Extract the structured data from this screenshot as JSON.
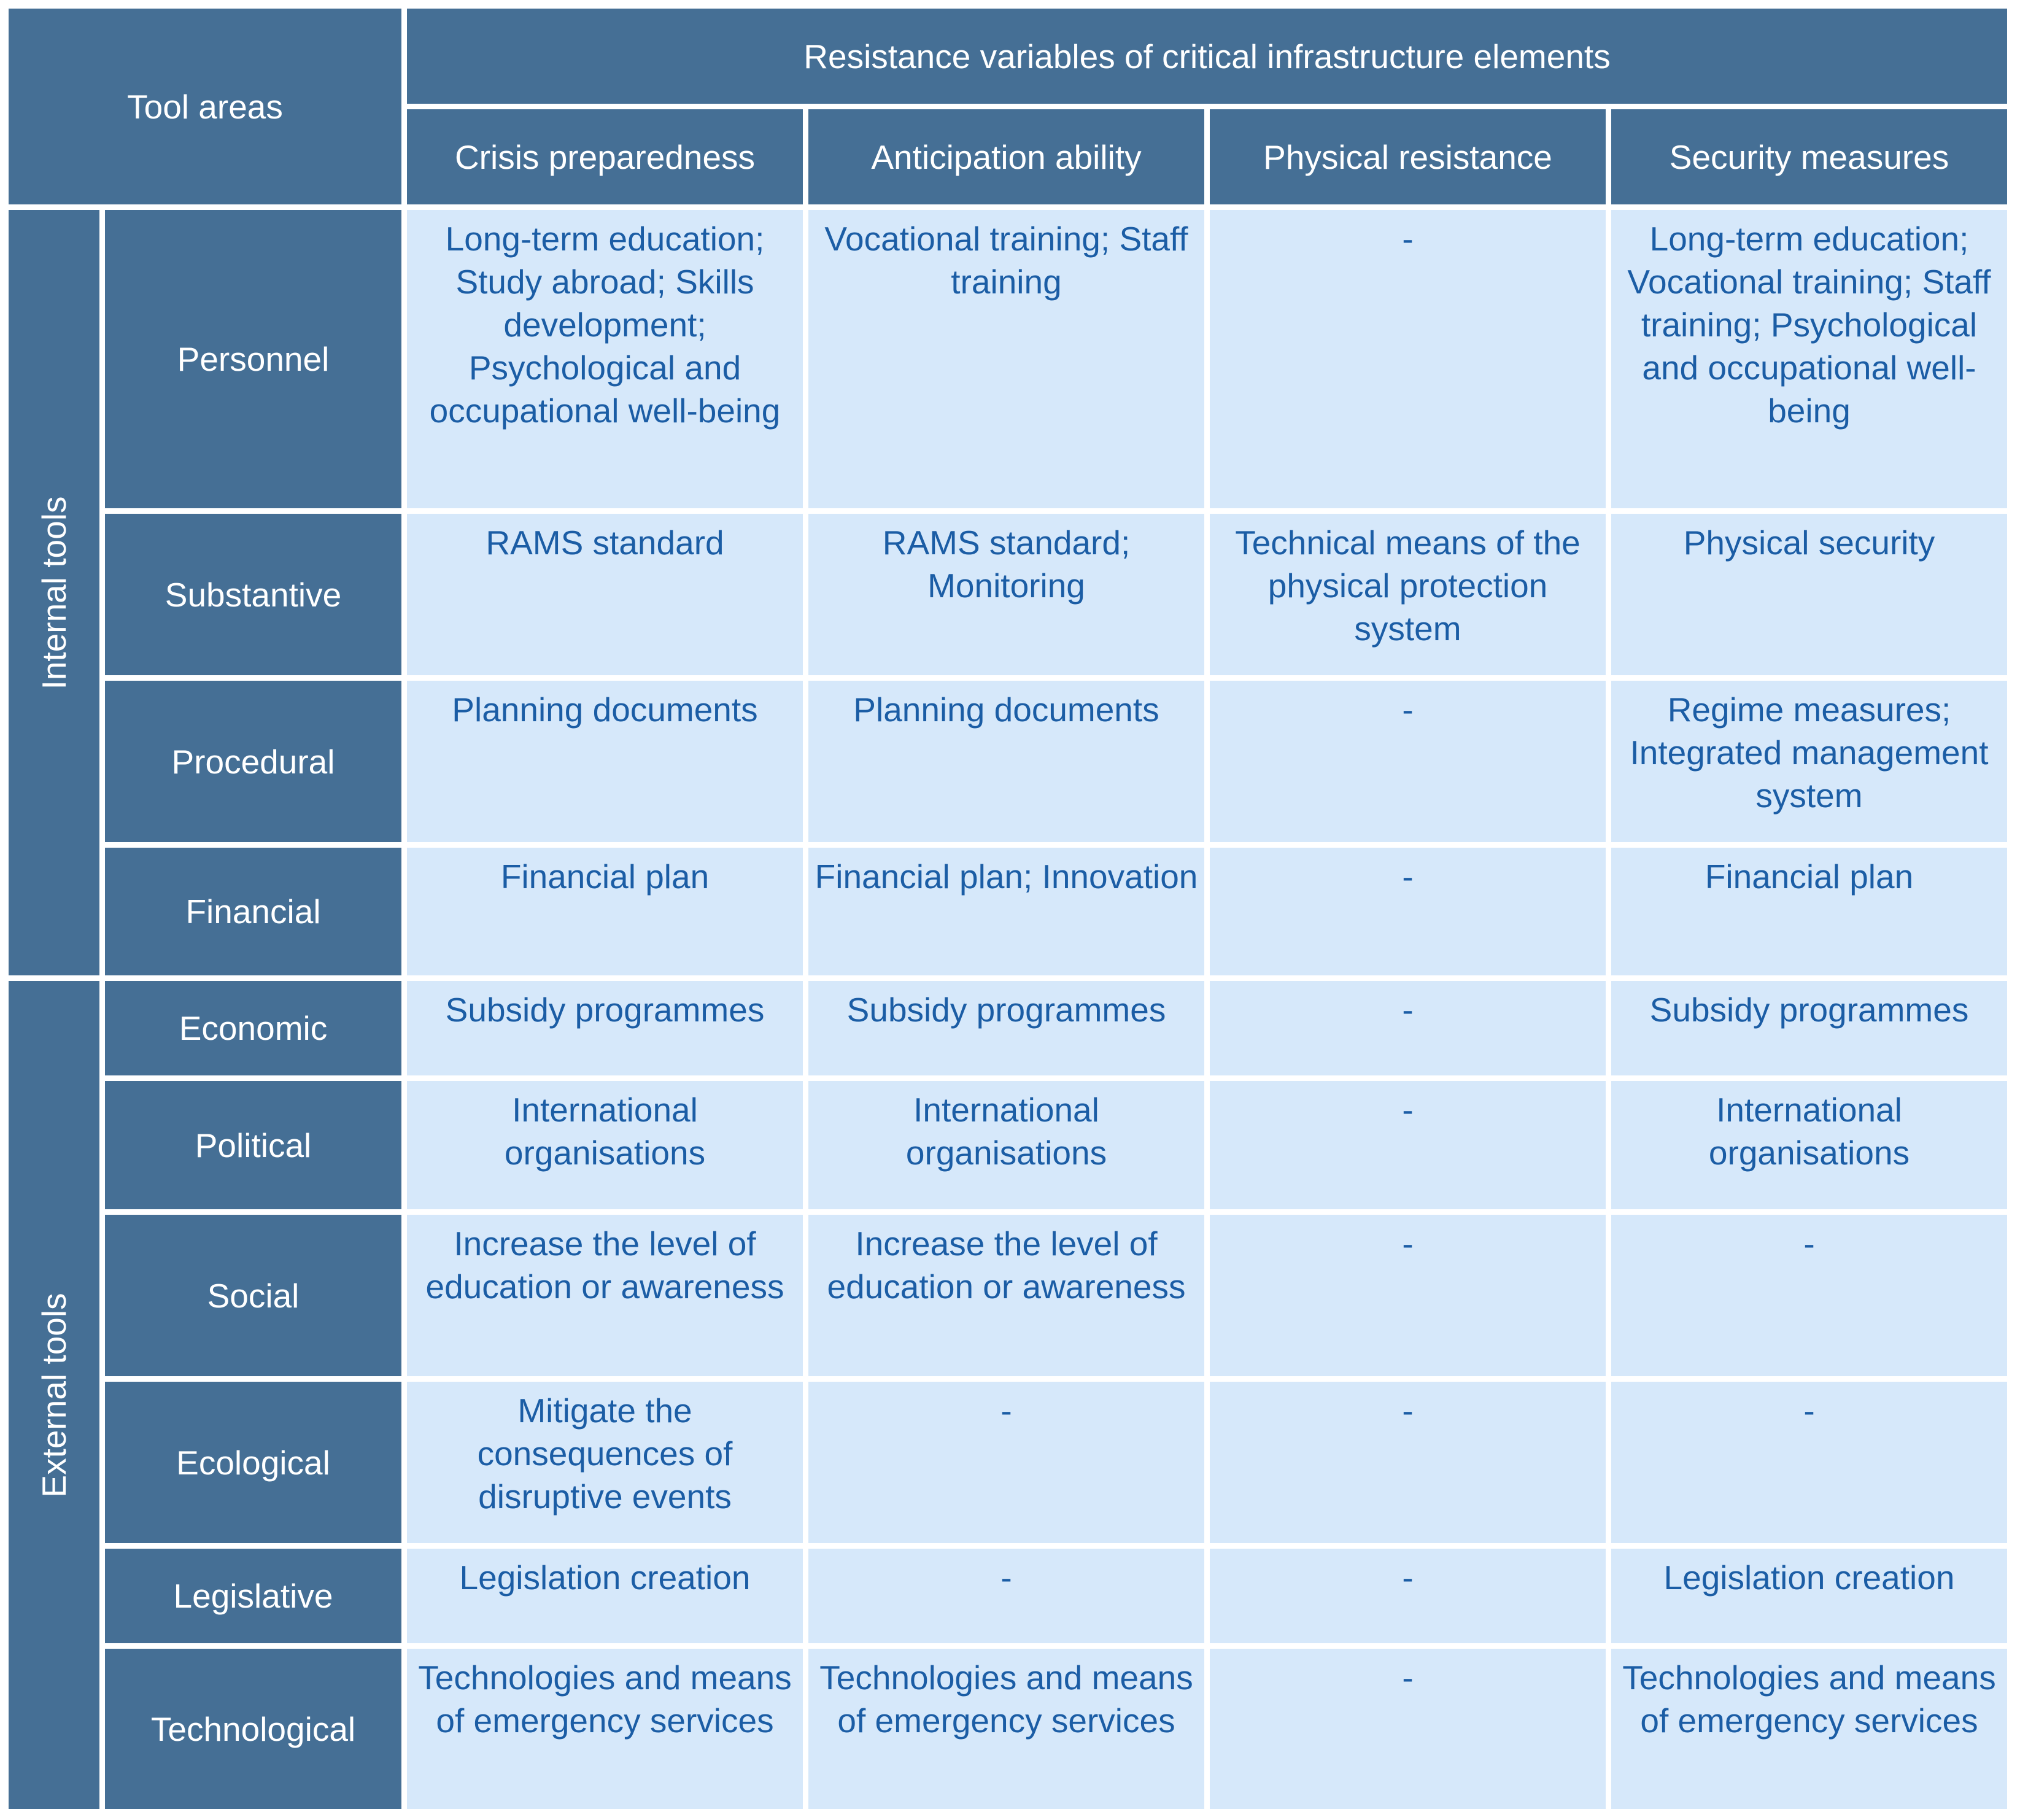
{
  "header": {
    "tool_areas": "Tool areas",
    "resistance_title": "Resistance variables of critical infrastructure elements",
    "columns": [
      "Crisis preparedness",
      "Anticipation ability",
      "Physical resistance",
      "Security measures"
    ]
  },
  "groups": {
    "internal": "Internal tools",
    "external": "External tools"
  },
  "rows": [
    {
      "area": "Personnel",
      "cells": [
        "Long-term education; Study abroad; Skills development; Psychological and occupational well-being",
        "Vocational training; Staff training",
        "-",
        "Long-term education; Vocational training; Staff training; Psychological and occupational well-being"
      ]
    },
    {
      "area": "Substantive",
      "cells": [
        "RAMS standard",
        "RAMS standard; Monitoring",
        "Technical means of the physical protection system",
        "Physical security"
      ]
    },
    {
      "area": "Procedural",
      "cells": [
        "Planning documents",
        "Planning documents",
        "-",
        "Regime measures; Integrated management system"
      ]
    },
    {
      "area": "Financial",
      "cells": [
        "Financial plan",
        "Financial plan; Innovation",
        "-",
        "Financial plan"
      ]
    },
    {
      "area": "Economic",
      "cells": [
        "Subsidy programmes",
        "Subsidy programmes",
        "-",
        "Subsidy programmes"
      ]
    },
    {
      "area": "Political",
      "cells": [
        "International organisations",
        "International organisations",
        "-",
        "International organisations"
      ]
    },
    {
      "area": "Social",
      "cells": [
        "Increase the level of education or awareness",
        "Increase the level of education or awareness",
        "-",
        "-"
      ]
    },
    {
      "area": "Ecological",
      "cells": [
        "Mitigate the consequences of disruptive events",
        "-",
        "-",
        "-"
      ]
    },
    {
      "area": "Legislative",
      "cells": [
        "Legislation creation",
        "-",
        "-",
        "Legislation creation"
      ]
    },
    {
      "area": "Technological",
      "cells": [
        "Technologies and means of emergency services",
        "Technologies and means of emergency services",
        "-",
        "Technologies and means of emergency services"
      ]
    }
  ],
  "colors": {
    "header_fill": "#456f95",
    "cell_fill": "#d6e8fa",
    "cell_text": "#1b5da5"
  }
}
